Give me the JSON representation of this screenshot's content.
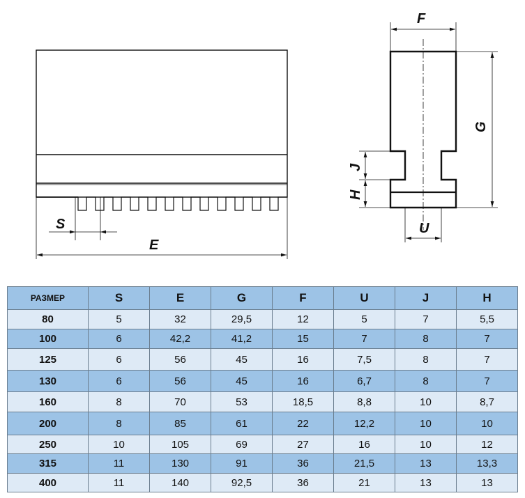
{
  "drawing": {
    "labels": {
      "S": "S",
      "E": "E",
      "F": "F",
      "G": "G",
      "H": "H",
      "J": "J",
      "U": "U"
    }
  },
  "table": {
    "headers": [
      "РАЗМЕР",
      "S",
      "E",
      "G",
      "F",
      "U",
      "J",
      "H"
    ],
    "rows": [
      [
        "80",
        "5",
        "32",
        "29,5",
        "12",
        "5",
        "7",
        "5,5"
      ],
      [
        "100",
        "6",
        "42,2",
        "41,2",
        "15",
        "7",
        "8",
        "7"
      ],
      [
        "125",
        "6",
        "56",
        "45",
        "16",
        "7,5",
        "8",
        "7"
      ],
      [
        "130",
        "6",
        "56",
        "45",
        "16",
        "6,7",
        "8",
        "7"
      ],
      [
        "160",
        "8",
        "70",
        "53",
        "18,5",
        "8,8",
        "10",
        "8,7"
      ],
      [
        "200",
        "8",
        "85",
        "61",
        "22",
        "12,2",
        "10",
        "10"
      ],
      [
        "250",
        "10",
        "105",
        "69",
        "27",
        "16",
        "10",
        "12"
      ],
      [
        "315",
        "11",
        "130",
        "91",
        "36",
        "21,5",
        "13",
        "13,3"
      ],
      [
        "400",
        "11",
        "140",
        "92,5",
        "36",
        "21",
        "13",
        "13"
      ]
    ]
  }
}
